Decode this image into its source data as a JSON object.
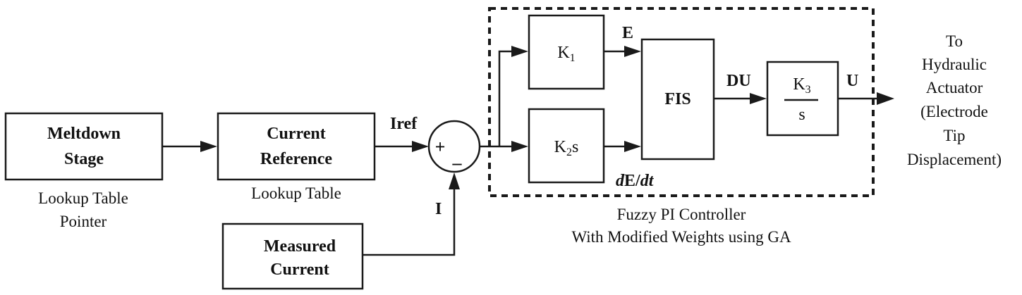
{
  "blocks": {
    "meltdown": {
      "line1": "Meltdown",
      "line2": "Stage",
      "caption1": "Lookup Table",
      "caption2": "Pointer"
    },
    "current_reference": {
      "line1": "Current",
      "line2": "Reference",
      "caption": "Lookup Table"
    },
    "measured_current": {
      "line1": "Measured",
      "line2": "Current"
    },
    "k1": {
      "base": "K",
      "sub": "1"
    },
    "k2s": {
      "base": "K",
      "sub": "2",
      "suffix": "s"
    },
    "fis": {
      "label": "FIS"
    },
    "k3s": {
      "num_base": "K",
      "num_sub": "3",
      "den": "s"
    }
  },
  "summing_junction": {
    "plus": "+",
    "minus": "–"
  },
  "signals": {
    "iref": "Iref",
    "i": "I",
    "e": "E",
    "de_dt": {
      "d1": "d",
      "e": "E/",
      "dt": "dt"
    },
    "du": "DU",
    "u": "U"
  },
  "controller_caption": {
    "line1": "Fuzzy PI Controller",
    "line2": "With Modified Weights using GA"
  },
  "output_label": [
    "To",
    "Hydraulic",
    "Actuator",
    "(Electrode",
    "Tip",
    "Displacement)"
  ]
}
